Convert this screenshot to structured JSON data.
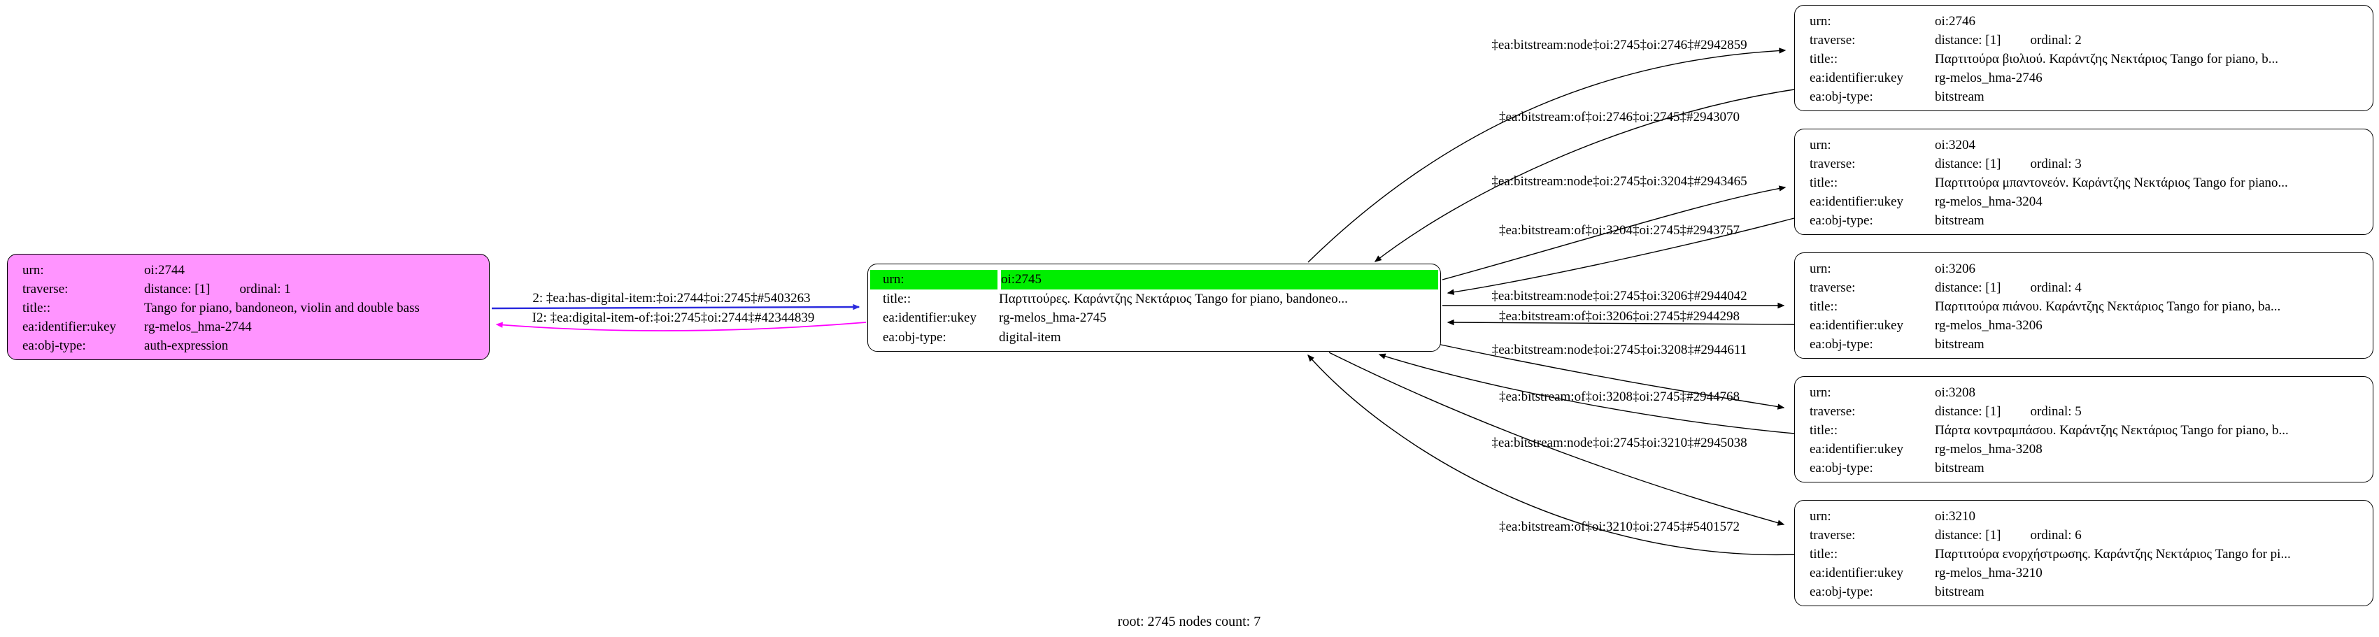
{
  "caption": "root: 2745 nodes count: 7",
  "colors": {
    "node_highlight": "#00ee00",
    "expression_fill": "#ff94ff",
    "edge_forward_blue": "#2a2ade",
    "edge_inverse_magenta": "#ff00ff",
    "edge_default_black": "#000000"
  },
  "nodes": [
    {
      "id": "oi:2744",
      "rows": [
        {
          "label": "urn:",
          "value": "oi:2744"
        },
        {
          "label": "traverse:",
          "value": "distance: [1]",
          "value2": "ordinal: 1"
        },
        {
          "label": "title::",
          "value": "Tango for piano, bandoneon, violin and double bass"
        },
        {
          "label": "ea:identifier:ukey",
          "value": "rg-melos_hma-2744"
        },
        {
          "label": "ea:obj-type:",
          "value": "auth-expression"
        }
      ]
    },
    {
      "id": "oi:2745",
      "rows": [
        {
          "label": "urn:",
          "value": "oi:2745"
        },
        {
          "label": "title::",
          "value": "Παρτιτούρες. Καράντζης Νεκτάριος Tango for piano, bandoneo..."
        },
        {
          "label": "ea:identifier:ukey",
          "value": "rg-melos_hma-2745"
        },
        {
          "label": "ea:obj-type:",
          "value": "digital-item"
        }
      ]
    },
    {
      "id": "oi:2746",
      "rows": [
        {
          "label": "urn:",
          "value": "oi:2746"
        },
        {
          "label": "traverse:",
          "value": "distance: [1]",
          "value2": "ordinal: 2"
        },
        {
          "label": "title::",
          "value": "Παρτιτούρα βιολιού. Καράντζης Νεκτάριος Tango for piano, b..."
        },
        {
          "label": "ea:identifier:ukey",
          "value": "rg-melos_hma-2746"
        },
        {
          "label": "ea:obj-type:",
          "value": "bitstream"
        }
      ]
    },
    {
      "id": "oi:3204",
      "rows": [
        {
          "label": "urn:",
          "value": "oi:3204"
        },
        {
          "label": "traverse:",
          "value": "distance: [1]",
          "value2": "ordinal: 3"
        },
        {
          "label": "title::",
          "value": "Παρτιτούρα μπαντονεόν. Καράντζης Νεκτάριος Tango for piano..."
        },
        {
          "label": "ea:identifier:ukey",
          "value": "rg-melos_hma-3204"
        },
        {
          "label": "ea:obj-type:",
          "value": "bitstream"
        }
      ]
    },
    {
      "id": "oi:3206",
      "rows": [
        {
          "label": "urn:",
          "value": "oi:3206"
        },
        {
          "label": "traverse:",
          "value": "distance: [1]",
          "value2": "ordinal: 4"
        },
        {
          "label": "title::",
          "value": "Παρτιτούρα πιάνου. Καράντζης Νεκτάριος Tango for piano, ba..."
        },
        {
          "label": "ea:identifier:ukey",
          "value": "rg-melos_hma-3206"
        },
        {
          "label": "ea:obj-type:",
          "value": "bitstream"
        }
      ]
    },
    {
      "id": "oi:3208",
      "rows": [
        {
          "label": "urn:",
          "value": "oi:3208"
        },
        {
          "label": "traverse:",
          "value": "distance: [1]",
          "value2": "ordinal: 5"
        },
        {
          "label": "title::",
          "value": "Πάρτα κοντραμπάσου. Καράντζης Νεκτάριος Tango for piano, b..."
        },
        {
          "label": "ea:identifier:ukey",
          "value": "rg-melos_hma-3208"
        },
        {
          "label": "ea:obj-type:",
          "value": "bitstream"
        }
      ]
    },
    {
      "id": "oi:3210",
      "rows": [
        {
          "label": "urn:",
          "value": "oi:3210"
        },
        {
          "label": "traverse:",
          "value": "distance: [1]",
          "value2": "ordinal: 6"
        },
        {
          "label": "title::",
          "value": "Παρτιτούρα ενορχήστρωσης. Καράντζης Νεκτάριος Tango for pi..."
        },
        {
          "label": "ea:identifier:ukey",
          "value": "rg-melos_hma-3210"
        },
        {
          "label": "ea:obj-type:",
          "value": "bitstream"
        }
      ]
    }
  ],
  "edges": {
    "has_digital_item": "2: ‡ea:has-digital-item:‡oi:2744‡oi:2745‡#5403263",
    "digital_item_of": "I2: ‡ea:digital-item-of:‡oi:2745‡oi:2744‡#42344839",
    "bitstream_labels": [
      "‡ea:bitstream:node‡oi:2745‡oi:2746‡#2942859",
      "‡ea:bitstream:of‡oi:2746‡oi:2745‡#2943070",
      "‡ea:bitstream:node‡oi:2745‡oi:3204‡#2943465",
      "‡ea:bitstream:of‡oi:3204‡oi:2745‡#2943757",
      "‡ea:bitstream:node‡oi:2745‡oi:3206‡#2944042",
      "‡ea:bitstream:of‡oi:3206‡oi:2745‡#2944298",
      "‡ea:bitstream:node‡oi:2745‡oi:3208‡#2944611",
      "‡ea:bitstream:of‡oi:3208‡oi:2745‡#2944768",
      "‡ea:bitstream:node‡oi:2745‡oi:3210‡#2945038",
      "‡ea:bitstream:of‡oi:3210‡oi:2745‡#5401572"
    ]
  }
}
